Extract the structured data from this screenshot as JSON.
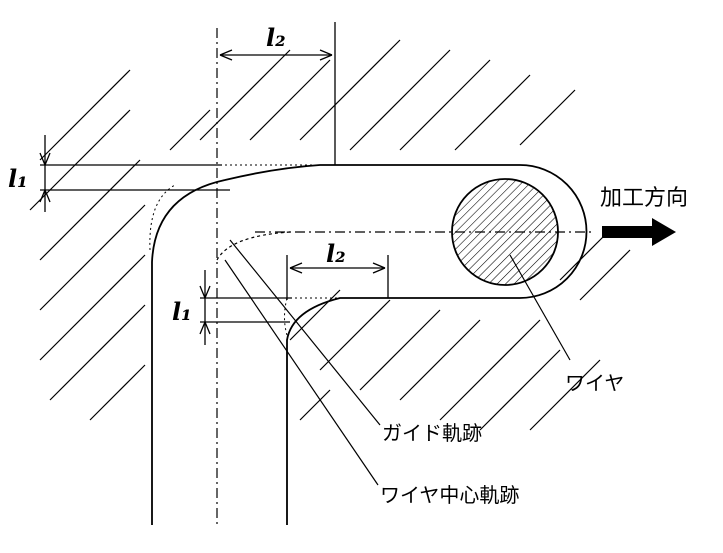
{
  "diagram": {
    "labels": {
      "l2_top": "l₂",
      "l1_left": "l₁",
      "l2_inner": "l₂",
      "l1_inner": "l₁",
      "direction": "加工方向",
      "wire": "ワイヤ",
      "guide_path": "ガイド軌跡",
      "wire_center_path": "ワイヤ中心軌跡"
    },
    "colors": {
      "line": "#000000",
      "background": "#ffffff"
    },
    "icons": {
      "direction_arrow": "arrow-right-icon"
    }
  }
}
